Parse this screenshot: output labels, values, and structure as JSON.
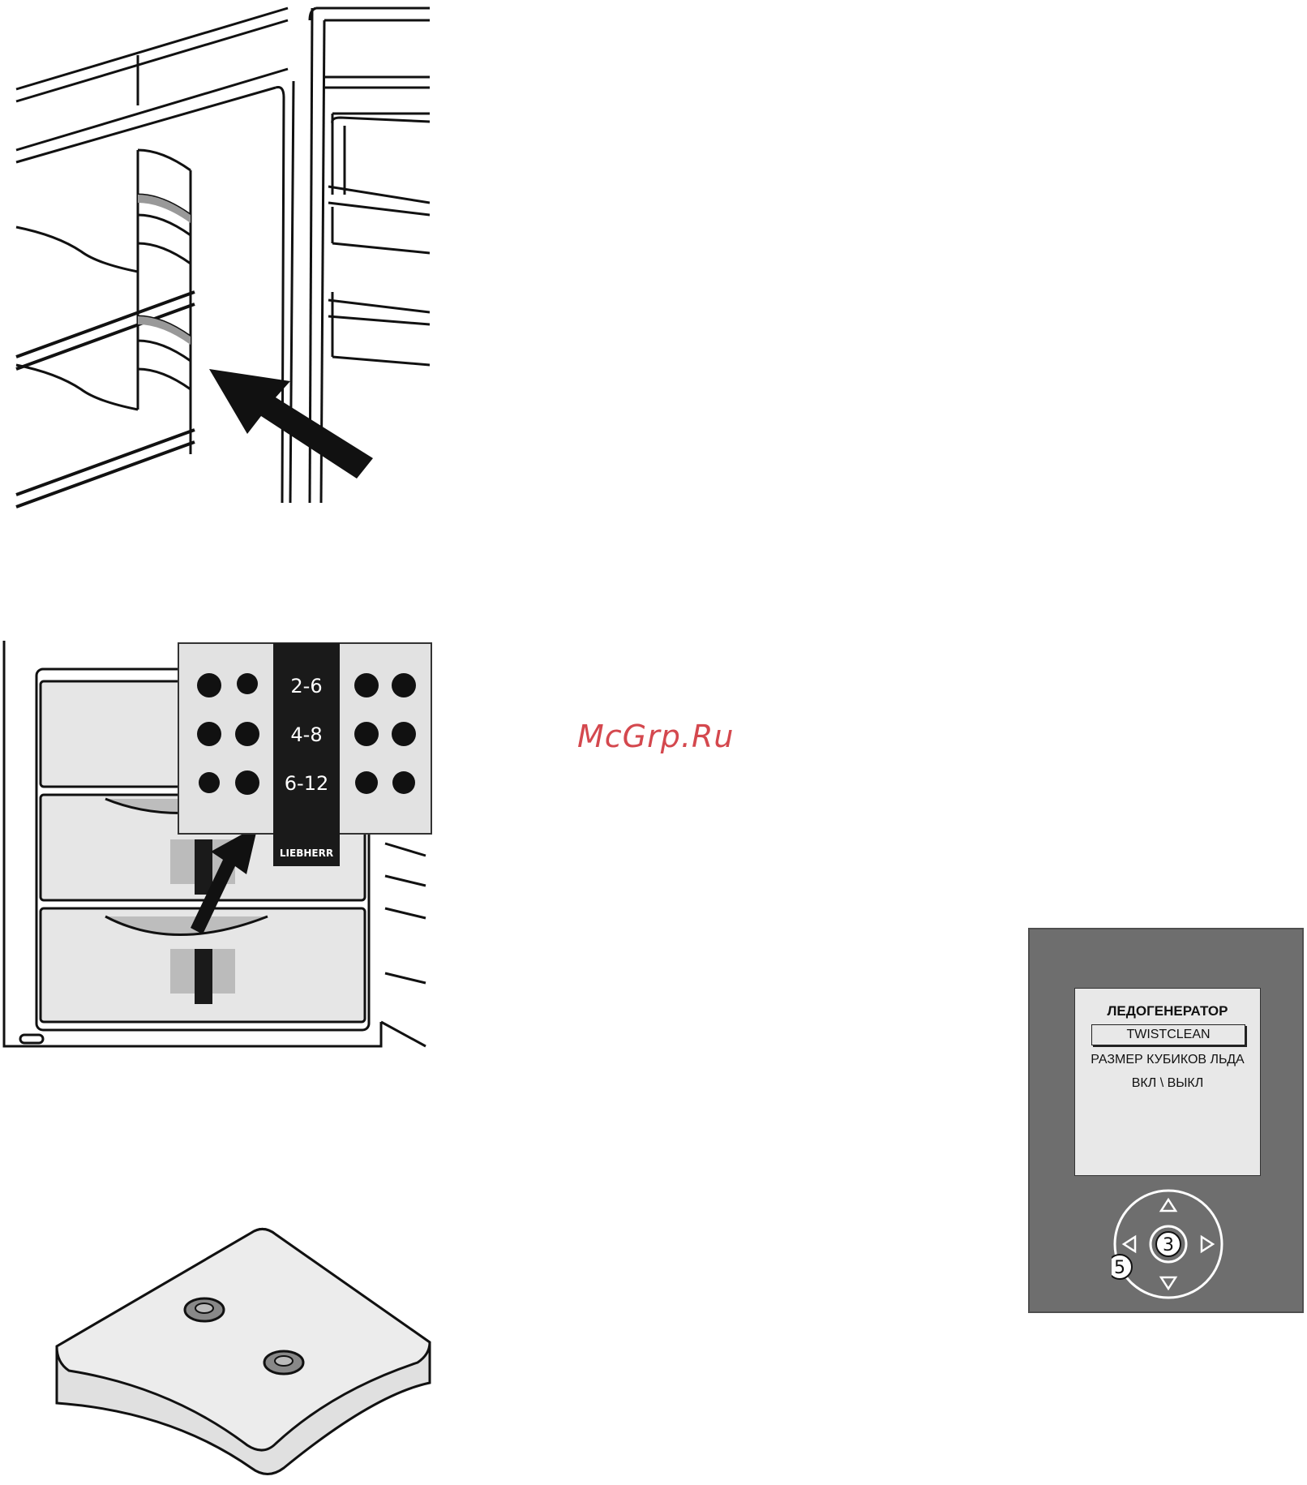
{
  "watermark": "McGrp.Ru",
  "drawer_label": {
    "ranges": [
      "2-6",
      "4-8",
      "6-12"
    ],
    "brand": "LIEBHERR"
  },
  "control_panel": {
    "screen_title": "ЛЕДОГЕНЕРАТОР",
    "selected_item": "TWISTCLEAN",
    "menu_items": [
      "РАЗМЕР КУБИКОВ ЛЬДА",
      "ВКЛ \\ ВЫКЛ"
    ],
    "callouts": [
      "3",
      "5"
    ],
    "nav_arrows": [
      "up-arrow-icon",
      "down-arrow-icon",
      "left-arrow-icon",
      "right-arrow-icon"
    ]
  },
  "colors": {
    "watermark": "#d4484e",
    "panel_bg": "#6e6e6e",
    "screen_bg": "#e8e8e8",
    "label_dark": "#1a1a1a"
  }
}
